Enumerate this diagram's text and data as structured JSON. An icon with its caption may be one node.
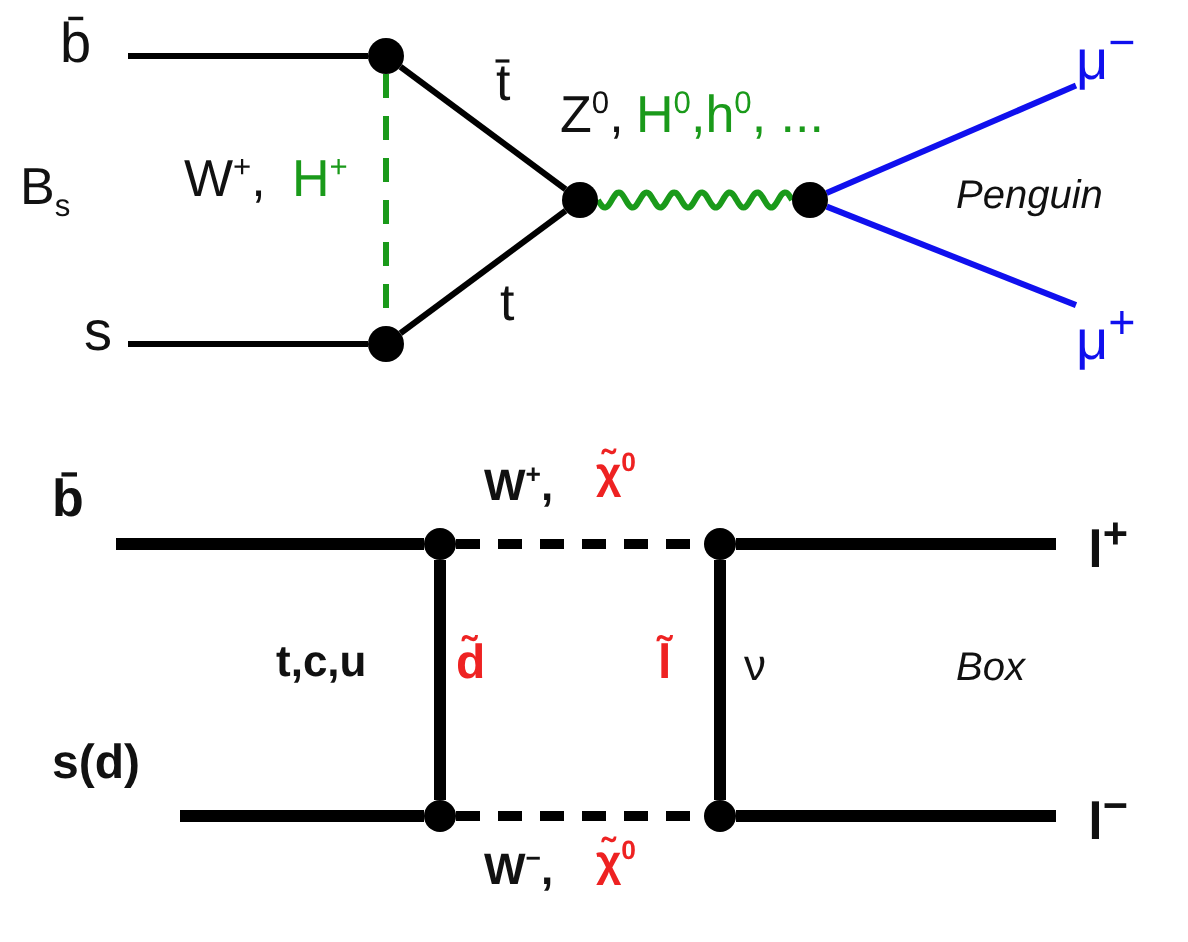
{
  "diagram": {
    "nodes": [
      {
        "text": [
          "b̄"
        ]
      },
      {
        "text": [
          "s"
        ]
      },
      {
        "text": [],
        "shape": "circle"
      },
      {
        "text": [],
        "shape": "circle"
      },
      {
        "text": [],
        "shape": "circle"
      },
      {
        "text": [],
        "shape": "circle"
      },
      {
        "text": [
          "μ$^{−}$"
        ]
      },
      {
        "text": [
          "μ$^{+}$"
        ]
      },
      {
        "text": [
          "b̄"
        ]
      },
      {
        "text": [
          "s(d)"
        ]
      },
      {
        "text": [],
        "shape": "circle"
      },
      {
        "text": [],
        "shape": "circle"
      },
      {
        "text": [],
        "shape": "circle"
      },
      {
        "text": [],
        "shape": "circle"
      },
      {
        "text": [
          "l$^{+}$"
        ]
      },
      {
        "text": [
          "l$^{−}$"
        ]
      }
    ],
    "edges": [
      {
        "from": 0,
        "to": 2,
        "arrow": "none"
      },
      {
        "from": 1,
        "to": 3,
        "arrow": "none"
      },
      {
        "from": 2,
        "to": 3,
        "arrow": "none",
        "style": "dashed",
        "color": "#1a9a1a",
        "label": "W$^{+}$,"
      },
      {
        "from": 2,
        "to": 4,
        "arrow": "none",
        "label": "t̄"
      },
      {
        "from": 3,
        "to": 4,
        "arrow": "none",
        "label": "t"
      },
      {
        "from": 4,
        "to": 5,
        "arrow": "none",
        "color": "#1a9a1a",
        "label": "Z$^{0}$,"
      },
      {
        "from": 5,
        "to": 6,
        "arrow": "none",
        "color": "#1010ee"
      },
      {
        "from": 5,
        "to": 7,
        "arrow": "none",
        "color": "#1010ee"
      },
      {
        "from": 8,
        "to": 10,
        "arrow": "none",
        "style": "thick"
      },
      {
        "from": 9,
        "to": 11,
        "arrow": "none",
        "style": "thick"
      },
      {
        "from": 10,
        "to": 11,
        "arrow": "none",
        "style": "thick",
        "label": "t,c,u"
      },
      {
        "from": 10,
        "to": 12,
        "arrow": "none",
        "style": "dashed",
        "label": "W$^{+}$,"
      },
      {
        "from": 11,
        "to": 13,
        "arrow": "none",
        "style": "dashed",
        "label": "W$^{−}$,"
      },
      {
        "from": 12,
        "to": 13,
        "arrow": "none",
        "style": "thick"
      },
      {
        "from": 12,
        "to": 14,
        "arrow": "none",
        "style": "thick"
      },
      {
        "from": 13,
        "to": 15,
        "arrow": "none",
        "style": "thick"
      }
    ],
    "labels": [
      "B$_{s}$",
      "H$^{+}$",
      "H$^{0}$,h$^{0}$, ...",
      "Penguin",
      "χ̃$^{0}$",
      "d̃",
      "l̃",
      "ν",
      "Box",
      "χ̃$^{0}$"
    ]
  }
}
